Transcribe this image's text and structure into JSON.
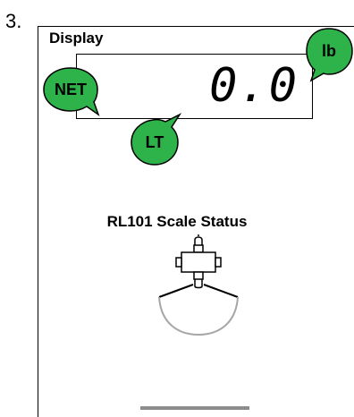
{
  "step": {
    "number": "3."
  },
  "display": {
    "title": "Display",
    "readout": "0.0",
    "indicators": {
      "net": "NET",
      "lb": "lb",
      "lt": "LT"
    }
  },
  "status": {
    "title": "RL101 Scale Status"
  },
  "colors": {
    "bubble_fill": "#2db34a",
    "bubble_stroke": "#000000",
    "panel_border": "#000000",
    "home_bar": "#8c8c8c"
  },
  "icons": {
    "scale": "hanging-scale-icon"
  }
}
